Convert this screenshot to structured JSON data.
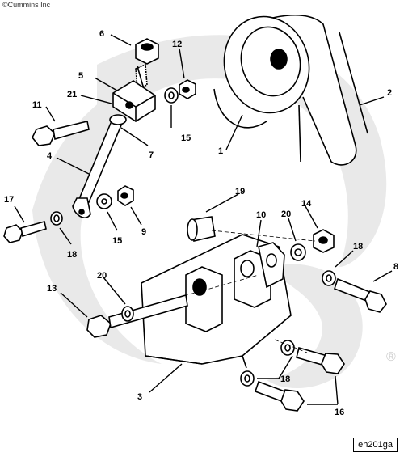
{
  "header": {
    "copyright": "©Cummins Inc"
  },
  "footer": {
    "drawing_id": "eh201ga"
  },
  "watermark": {
    "registered_mark": "®"
  },
  "callouts": {
    "c1": "1",
    "c2": "2",
    "c3": "3",
    "c4": "4",
    "c5": "5",
    "c6": "6",
    "c7": "7",
    "c8": "8",
    "c9": "9",
    "c10": "10",
    "c11": "11",
    "c12": "12",
    "c13": "13",
    "c14": "14",
    "c15a": "15",
    "c15b": "15",
    "c16": "16",
    "c17": "17",
    "c18a": "18",
    "c18b": "18",
    "c18c": "18",
    "c19": "19",
    "c20a": "20",
    "c20b": "20",
    "c21": "21"
  },
  "colors": {
    "ink": "#000000",
    "watermark": "#e9e9e9",
    "background": "#ffffff"
  }
}
